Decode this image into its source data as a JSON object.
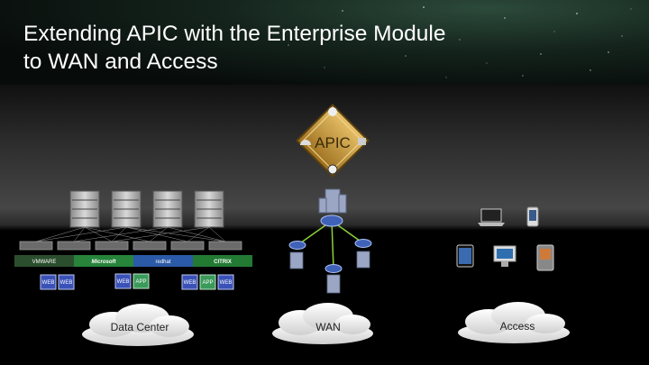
{
  "slide": {
    "title_line1": "Extending APIC with the Enterprise Module",
    "title_line2": "to WAN and Access"
  },
  "controller": {
    "label": "APIC"
  },
  "datacenter": {
    "vendors": [
      "VMWARE",
      "Microsoft",
      "redhat",
      "CITRIX"
    ],
    "tiles": [
      "WEB",
      "WEB",
      "WEB",
      "APP",
      "WEB",
      "APP",
      "WEB"
    ]
  },
  "clouds": {
    "datacenter": "Data Center",
    "wan": "WAN",
    "access": "Access"
  },
  "colors": {
    "controller": "#c79a3a",
    "web_tile": "#3a52b8",
    "app_tile": "#3a9a5a",
    "hypervisor": "#1f6f2a"
  }
}
